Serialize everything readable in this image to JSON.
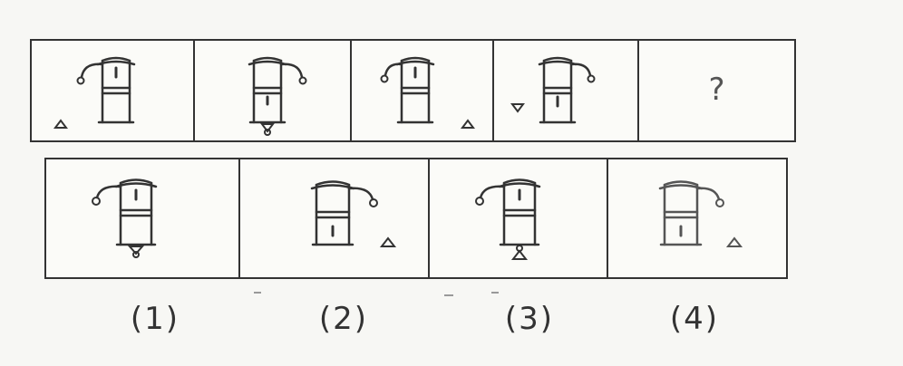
{
  "question_mark": "?",
  "option_labels": [
    "(1)",
    "(2)",
    "(3)",
    "(4)"
  ]
}
